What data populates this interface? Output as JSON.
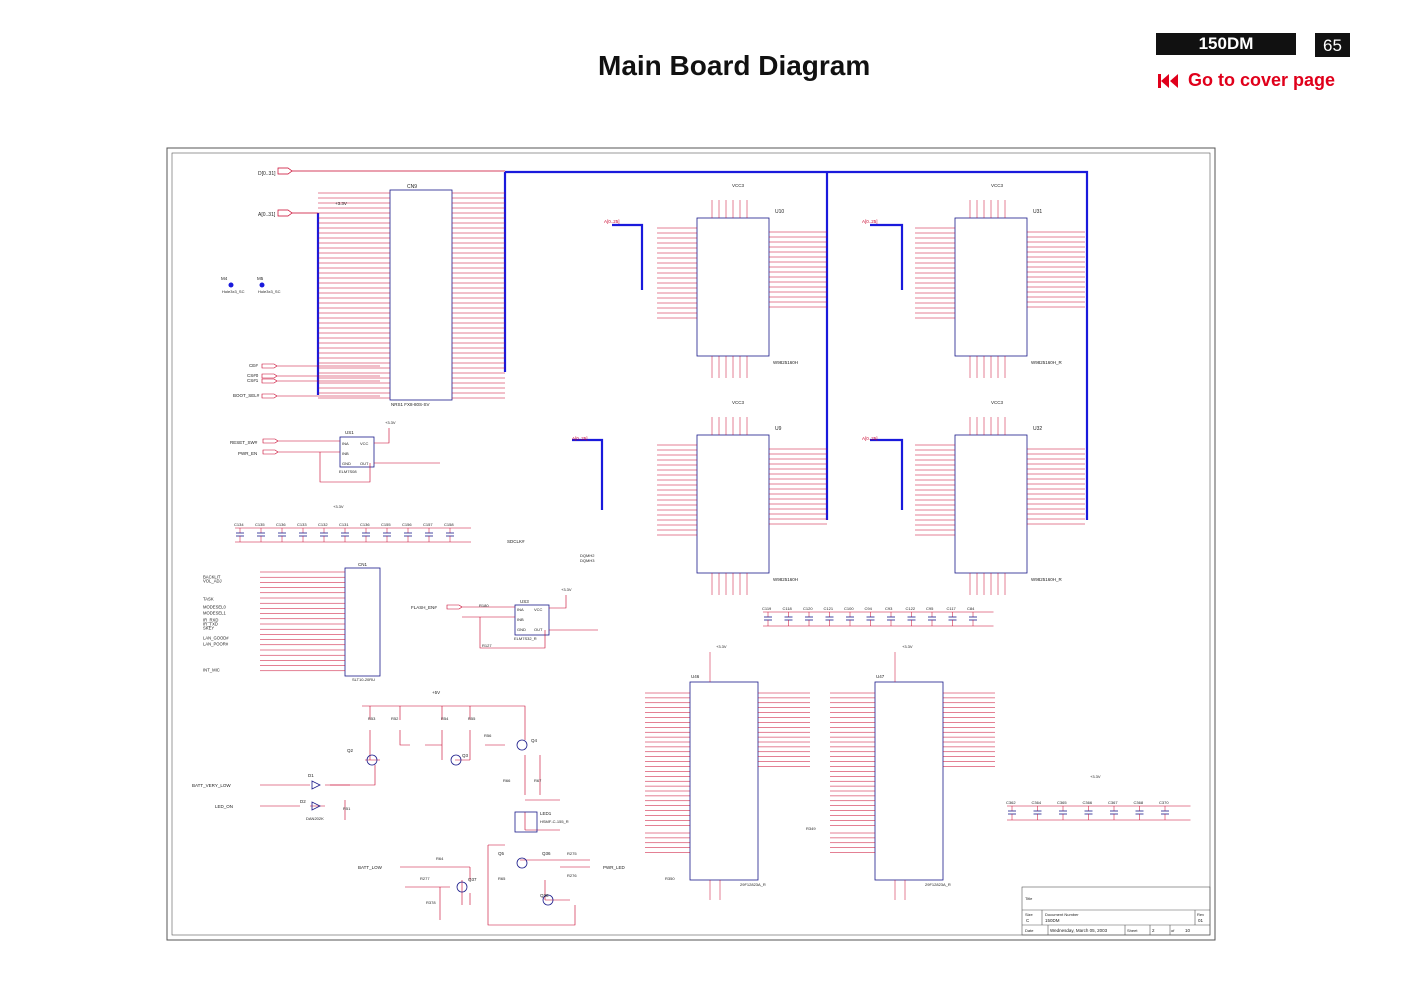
{
  "page": {
    "title": "Main Board  Diagram",
    "model": "150DM",
    "page_number": "65",
    "cover_link": "Go to cover page",
    "link_color": "#e0001b"
  },
  "colors": {
    "wire": "#c8002a",
    "bus": "#1a1adc",
    "part": "#1a1a8a",
    "text": "#222222"
  },
  "chips": {
    "cn9": {
      "ref": "CN9",
      "part": "NRS1 FX8-80S-SV"
    },
    "u10": {
      "ref": "U10",
      "part": "W9825160H",
      "supply": "VCC3"
    },
    "u31": {
      "ref": "U31",
      "part": "W9825160H_R",
      "supply": "VCC3"
    },
    "u9": {
      "ref": "U9",
      "part": "W9825160H",
      "supply": "VCC3"
    },
    "u32": {
      "ref": "U32",
      "part": "W9825160H_R",
      "supply": "VCC3"
    },
    "us1": {
      "ref": "US1",
      "part": "ELM7S08",
      "pins": [
        "INA",
        "INB",
        "GND",
        "VCC",
        "OUT"
      ]
    },
    "cn1": {
      "ref": "CN1",
      "part": "SLT10-20RU"
    },
    "us3": {
      "ref": "US3",
      "part": "ELM7S32_R",
      "pins": [
        "INA",
        "INB",
        "GND",
        "VCC",
        "OUT"
      ]
    },
    "u46": {
      "ref": "U46",
      "part": "29F12823A_R"
    },
    "u47": {
      "ref": "U47",
      "part": "29F12823A_R"
    }
  },
  "signals": {
    "d_bus": "D[0..31]",
    "a_bus": "A[0..31]",
    "a_bus_mem": "A[0..25]",
    "vcc_3v3": "+3.3V",
    "vcc_5v": "+5V",
    "ports_left": [
      "CE#",
      "CS#0",
      "CS#1",
      "BOOT_SEL#"
    ],
    "ports_us1": [
      "RESET_SW#",
      "PWR_EN"
    ],
    "ports_cn1": [
      "BACKLIT",
      "VOL_ADJ",
      "TASK",
      "MODESEL0",
      "MODESEL1",
      "IR_RXD",
      "IR_TXD",
      "SKEY",
      "LAN_GOOD#",
      "LAN_POOR#",
      "INT_MIC"
    ],
    "flash_en": "FLASH_EN#",
    "sdclk": "SDCLK#",
    "dqm": [
      "DQMH2",
      "DQMH3"
    ],
    "power_ports": [
      "BATT_VERY_LOW",
      "LED_ON",
      "BATT_LOW",
      "PWR_LED"
    ]
  },
  "components": {
    "mounting": [
      "M4",
      "M5"
    ],
    "mounting_label": "Hole3x3_SC",
    "capacitor_row_1": [
      "C134",
      "C135",
      "C136",
      "C133",
      "C132",
      "C131",
      "C136",
      "C155",
      "C156",
      "C157",
      "C158"
    ],
    "capacitor_row_2": [
      "C119",
      "C118",
      "C120",
      "C121",
      "C100",
      "C94",
      "C93",
      "C122",
      "C95",
      "C117",
      "C84"
    ],
    "capacitor_row_3": [
      "C362",
      "C364",
      "C365",
      "C366",
      "C367",
      "C368",
      "C370"
    ],
    "transistors": [
      "Q2",
      "Q3",
      "Q4",
      "Q5",
      "Q36",
      "Q37",
      "Q38"
    ],
    "diodes": [
      "D1",
      "D2",
      "LED1"
    ],
    "diode_parts": [
      "DAN202K",
      "HSMF-C-155_R"
    ],
    "resistors": [
      "R53",
      "R52",
      "R54",
      "R55",
      "R56",
      "R66",
      "R67",
      "R51",
      "R64",
      "R65",
      "R275",
      "R276",
      "R277",
      "R378",
      "R349",
      "R350",
      "R180",
      "R127"
    ]
  },
  "title_block": {
    "title_label": "Title",
    "size": "C",
    "document_number_label": "Document Number",
    "document_number": "150DM",
    "rev_label": "Rev",
    "rev": "01",
    "date_label": "Date",
    "date": "Wednesday, March 05, 2003",
    "sheet_label": "Sheet",
    "sheet": "2",
    "of_label": "of",
    "total_sheets": "10"
  }
}
